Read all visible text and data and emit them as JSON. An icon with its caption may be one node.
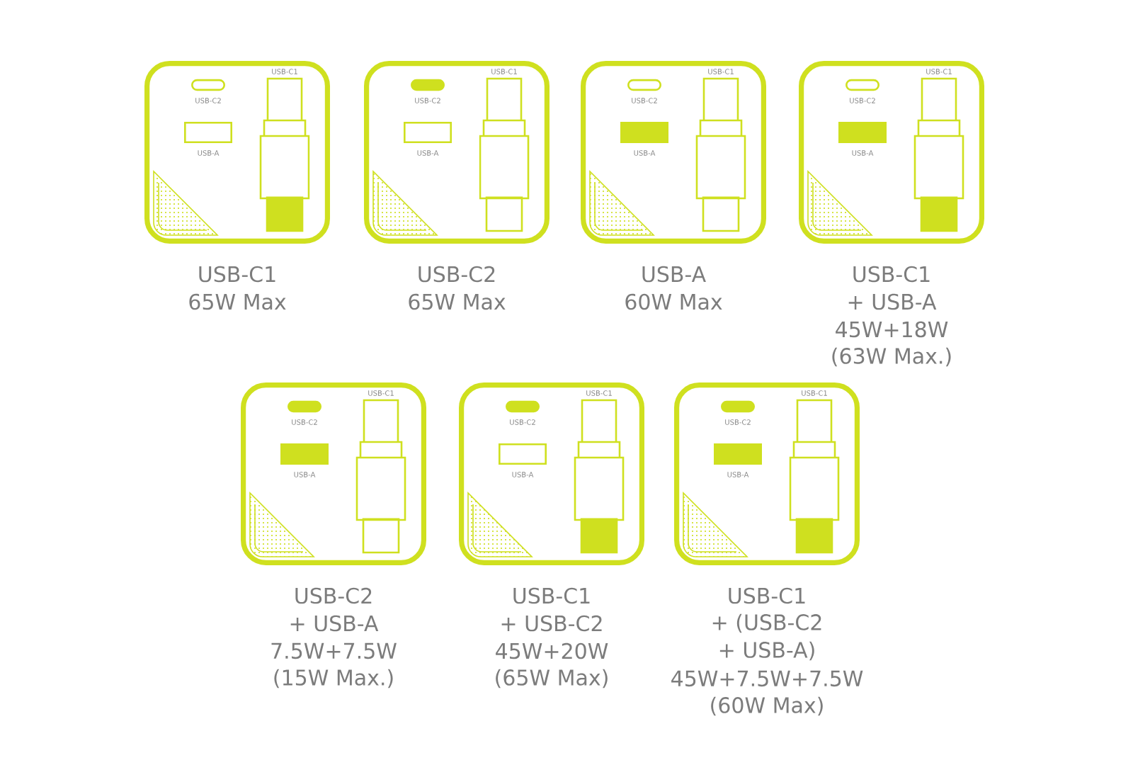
{
  "diagram": {
    "nodes": [
      {
        "text": [],
        "shape": "box",
        "beside": [
          "USB-C1",
          "65W Max"
        ]
      },
      {
        "text": [
          "USB-C2"
        ],
        "in": 0
      },
      {
        "text": [
          "USB-A"
        ],
        "in": 0
      },
      {
        "text": [
          "USB-C1"
        ],
        "in": 0
      },
      {
        "text": [],
        "shape": "box",
        "beside": [
          "USB-C2",
          "65W Max"
        ]
      },
      {
        "text": [
          "USB-C2"
        ],
        "in": 4
      },
      {
        "text": [
          "USB-A"
        ],
        "in": 4
      },
      {
        "text": [
          "USB-C1"
        ],
        "in": 4
      },
      {
        "text": [],
        "shape": "box",
        "beside": [
          "USB-A",
          "60W Max"
        ]
      },
      {
        "text": [
          "USB-C2"
        ],
        "in": 8
      },
      {
        "text": [
          "USB-A"
        ],
        "in": 8
      },
      {
        "text": [
          "USB-C1"
        ],
        "in": 8
      },
      {
        "text": [],
        "shape": "box",
        "beside": [
          "USB-C1",
          "+ USB-A",
          "45W+18W",
          "(63W Max.)"
        ]
      },
      {
        "text": [
          "USB-C2"
        ],
        "in": 12
      },
      {
        "text": [
          "USB-A"
        ],
        "in": 12
      },
      {
        "text": [
          "USB-C1"
        ],
        "in": 12
      },
      {
        "text": [],
        "shape": "box",
        "beside": [
          "USB-C2",
          "+ USB-A",
          "7.5W+7.5W",
          "(15W Max.)"
        ]
      },
      {
        "text": [
          "USB-C2"
        ],
        "in": 16
      },
      {
        "text": [
          "USB-A"
        ],
        "in": 16
      },
      {
        "text": [
          "USB-C1"
        ],
        "in": 16
      },
      {
        "text": [],
        "shape": "box",
        "beside": [
          "USB-C1",
          "+ USB-C2",
          "45W+20W",
          "(65W Max)"
        ]
      },
      {
        "text": [
          "USB-C2"
        ],
        "in": 20
      },
      {
        "text": [
          "USB-A"
        ],
        "in": 20
      },
      {
        "text": [
          "USB-C1"
        ],
        "in": 20
      },
      {
        "text": [],
        "shape": "box",
        "beside": [
          "USB-C1",
          "+ (USB-C2",
          "+ USB-A)",
          "45W+7.5W+7.5W",
          "(60W Max)"
        ]
      },
      {
        "text": [
          "USB-C2"
        ],
        "in": 24
      },
      {
        "text": [
          "USB-A"
        ],
        "in": 24
      },
      {
        "text": [
          "USB-C1"
        ],
        "in": 24
      }
    ]
  }
}
